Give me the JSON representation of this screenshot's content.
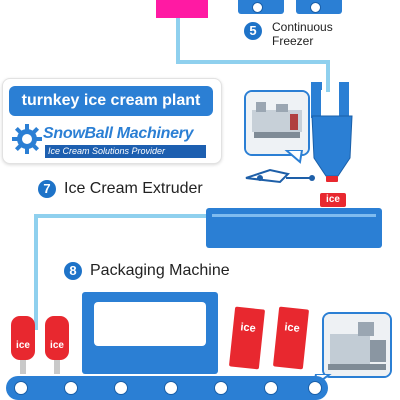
{
  "colors": {
    "blue": "#2b7fd4",
    "light_blue": "#8fd0ee",
    "pink": "#ff1aa3",
    "red": "#e8282f",
    "step_circle": "#1e73c8",
    "text": "#222222"
  },
  "steps": [
    {
      "number": "5",
      "title_line1": "Continuous",
      "title_line2": "Freezer"
    },
    {
      "number": "7",
      "title": "Ice Cream Extruder"
    },
    {
      "number": "8",
      "title": "Packaging Machine"
    }
  ],
  "banner": {
    "title": "turnkey ice cream plant"
  },
  "logo": {
    "name": "SnowBall Machinery",
    "tagline": "Ice Cream Solutions Provider",
    "icon": "gear-icon"
  },
  "labels": {
    "ice": "ice"
  }
}
